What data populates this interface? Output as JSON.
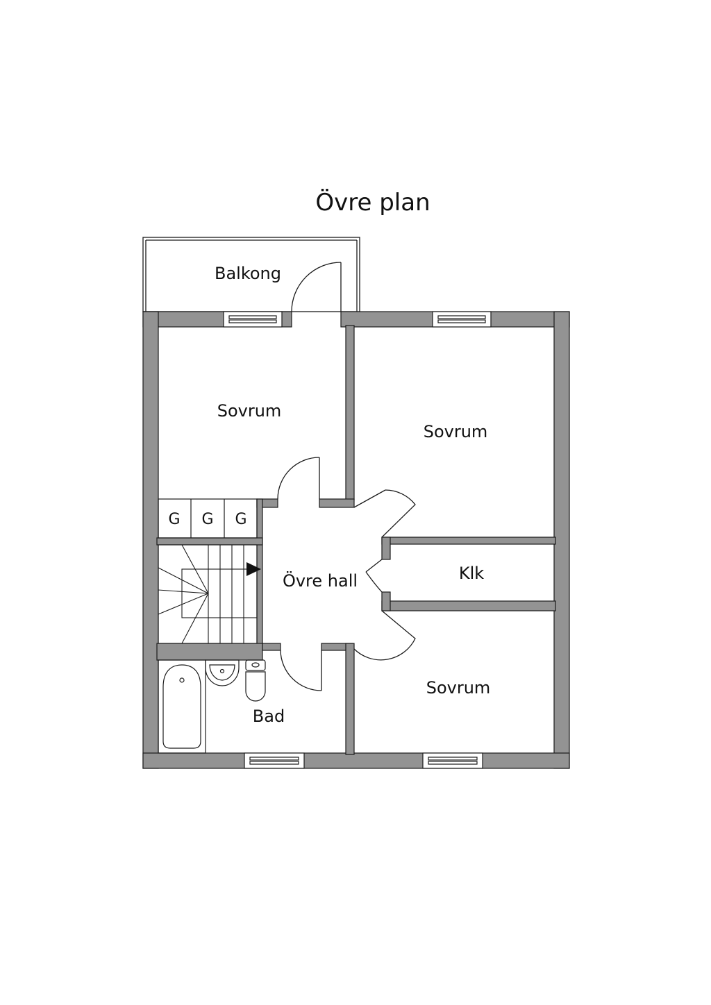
{
  "title": "Övre plan",
  "colors": {
    "wall": "#939393",
    "line": "#1a1a1a",
    "background": "#ffffff"
  },
  "rooms": {
    "balkong": "Balkong",
    "sovrum_nw": "Sovrum",
    "sovrum_ne": "Sovrum",
    "klk": "Klk",
    "ovre_hall": "Övre hall",
    "sovrum_se": "Sovrum",
    "bad": "Bad"
  },
  "wardrobes": [
    "G",
    "G",
    "G"
  ],
  "icons": [
    "stair-arrow-icon",
    "bathtub-icon",
    "sink-icon",
    "toilet-icon"
  ]
}
